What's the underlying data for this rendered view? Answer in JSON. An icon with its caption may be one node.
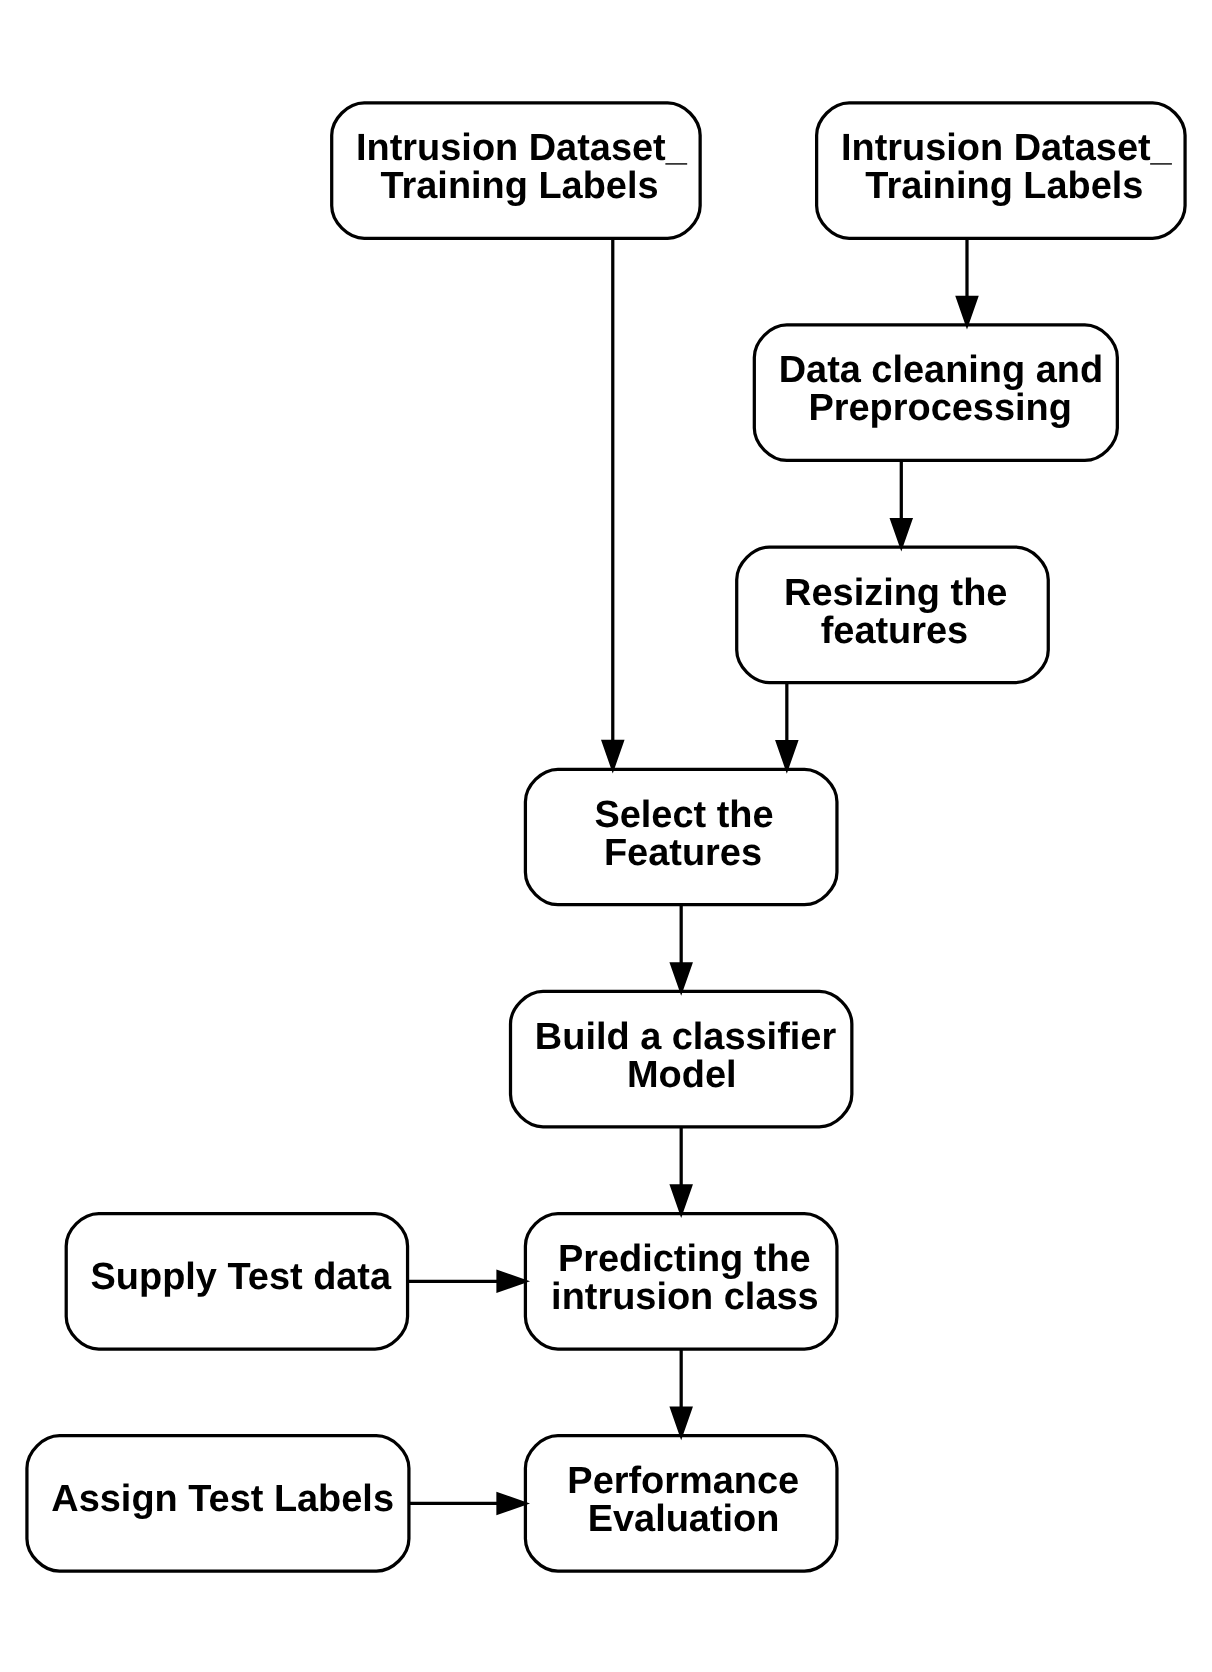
{
  "diagram": {
    "nodes": [
      {
        "text": [
          "Intrusion Dataset_ Training Labels"
        ]
      },
      {
        "text": [
          "Intrusion Dataset_ Training Labels"
        ]
      },
      {
        "text": [
          "Data cleaning and Preprocessing"
        ]
      },
      {
        "text": [
          "Resizing the features"
        ]
      },
      {
        "text": [
          "Select the Features"
        ]
      },
      {
        "text": [
          "Build a classifier Model"
        ]
      },
      {
        "text": [
          "Supply Test data"
        ]
      },
      {
        "text": [
          "Predicting the intrusion class"
        ]
      },
      {
        "text": [
          "Assign Test Labels"
        ]
      },
      {
        "text": [
          "Performance Evaluation"
        ]
      }
    ],
    "edges": [
      {
        "from": 1,
        "to": 2,
        "arrow": "to"
      },
      {
        "from": 2,
        "to": 3,
        "arrow": "to"
      },
      {
        "from": 0,
        "to": 4,
        "arrow": "to"
      },
      {
        "from": 3,
        "to": 4,
        "arrow": "to"
      },
      {
        "from": 4,
        "to": 5,
        "arrow": "to"
      },
      {
        "from": 5,
        "to": 7,
        "arrow": "to"
      },
      {
        "from": 6,
        "to": 7,
        "arrow": "to"
      },
      {
        "from": 7,
        "to": 9,
        "arrow": "to"
      },
      {
        "from": 8,
        "to": 9,
        "arrow": "to"
      }
    ]
  }
}
